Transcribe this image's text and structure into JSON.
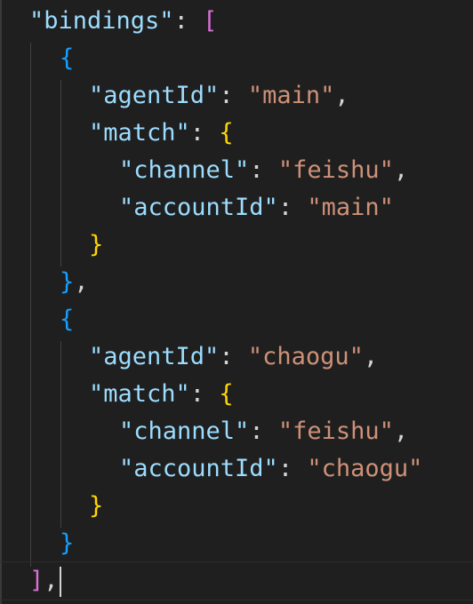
{
  "theme": {
    "background": "#1f1f1f",
    "key_color": "#9cdcfe",
    "string_color": "#ce9178",
    "punctuation_color": "#d4d4d4",
    "bracket_level1_color": "#da70d6",
    "bracket_level2_color": "#179fff",
    "bracket_level3_color": "#ffd700"
  },
  "code": {
    "root_key": "\"bindings\"",
    "open_array": "[",
    "close_array": "]",
    "open_obj": "{",
    "close_obj": "}",
    "colon": ": ",
    "comma": ",",
    "agentId_key": "\"agentId\"",
    "match_key": "\"match\"",
    "channel_key": "\"channel\"",
    "accountId_key": "\"accountId\"",
    "entries": [
      {
        "agentId": "\"main\"",
        "channel": "\"feishu\"",
        "accountId": "\"main\""
      },
      {
        "agentId": "\"chaogu\"",
        "channel": "\"feishu\"",
        "accountId": "\"chaogu\""
      }
    ]
  }
}
